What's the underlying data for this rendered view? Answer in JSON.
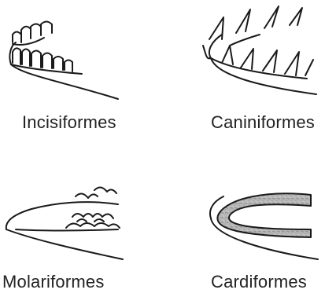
{
  "figure": {
    "labels": {
      "incisiformes": "Incisiformes",
      "caniniformes": "Caniniformes",
      "molariformes": "Molariformes",
      "cardiformes": "Cardiformes"
    },
    "colors": {
      "stroke": "#1a1a1a",
      "text": "#222222",
      "stipple": "#b4b4b4"
    }
  }
}
